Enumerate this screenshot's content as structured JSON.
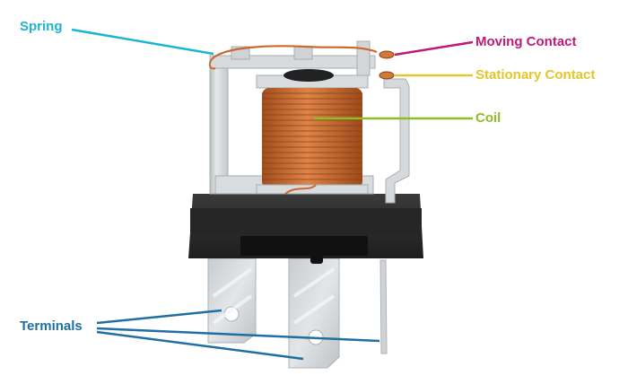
{
  "labels": {
    "spring": "Spring",
    "moving_contact": "Moving Contact",
    "stationary_contact": "Stationary Contact",
    "coil": "Coil",
    "terminals": "Terminals"
  },
  "colors": {
    "spring": "#1fb3d2",
    "moving_contact": "#c0197a",
    "stationary_contact": "#e2c62a",
    "coil": "#8dbf24",
    "terminals": "#1f6fa3",
    "copper": "#c8692f",
    "base": "#2b2b2b",
    "metal": "#d9dcde"
  }
}
